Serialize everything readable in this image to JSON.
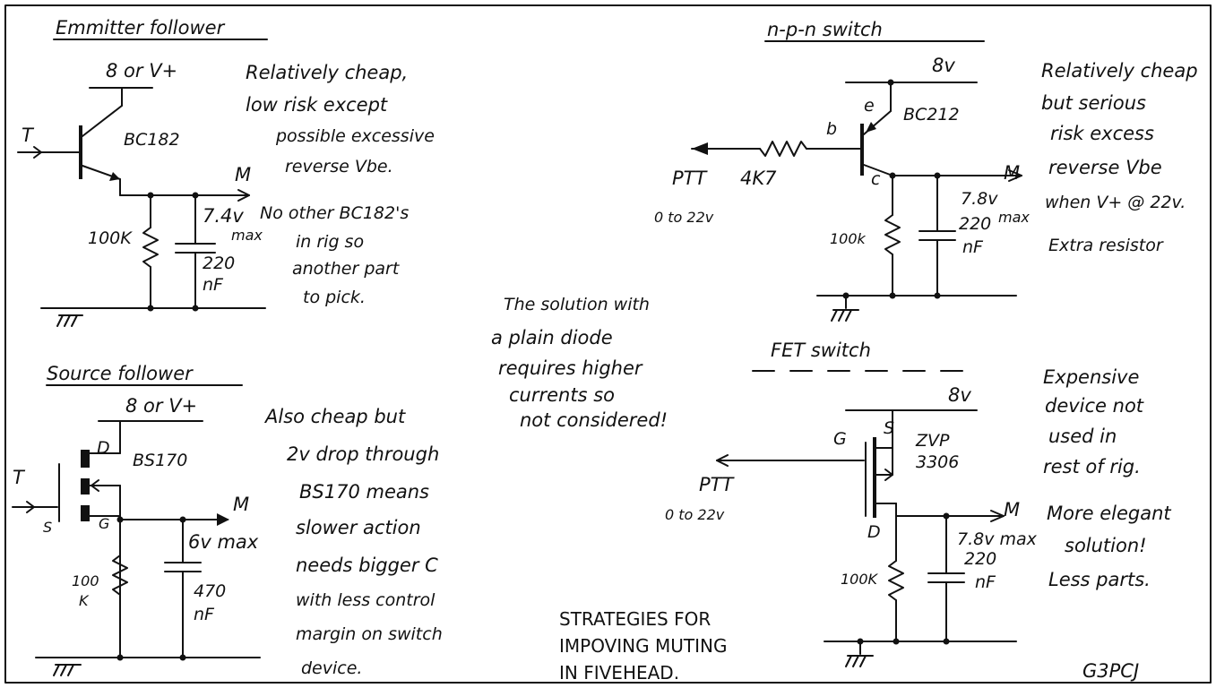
{
  "sections": {
    "emitter": {
      "title": "Emmitter follower",
      "supply": "8 or V+",
      "input": "T",
      "transistor": "BC182",
      "output": "M",
      "resistor": "100K",
      "voltage": "7.4v",
      "max": "max",
      "cap_value": "220",
      "cap_unit": "nF",
      "notes": [
        "Relatively cheap,",
        "low risk except",
        "possible excessive",
        "reverse Vbe.",
        "No other BC182's",
        "in rig so",
        "another part",
        "to pick."
      ]
    },
    "npn": {
      "title": "n-p-n switch",
      "supply": "8v",
      "transistor": "BC212",
      "pin_b": "b",
      "pin_e": "e",
      "pin_c": "c",
      "ptt": "PTT",
      "resistor_series": "4K7",
      "range": "0 to 22v",
      "output": "M",
      "voltage": "7.8v",
      "cap_value": "220",
      "max": "max",
      "cap_unit": "nF",
      "resistor": "100k",
      "notes": [
        "Relatively cheap",
        "but serious",
        "risk excess",
        "reverse Vbe",
        "when V+ @ 22v.",
        "Extra resistor"
      ]
    },
    "middle": {
      "notes": [
        "The solution with",
        "a plain diode",
        "requires higher",
        "currents so",
        "not considered!"
      ]
    },
    "source": {
      "title": "Source follower",
      "supply": "8 or V+",
      "input": "T",
      "pin_d": "D",
      "pin_s": "S",
      "pin_g": "G",
      "device": "BS170",
      "output": "M",
      "voltage": "6v max",
      "res_top": "100",
      "res_bottom": "K",
      "cap_value": "470",
      "cap_unit": "nF",
      "notes": [
        "Also cheap but",
        "2v drop through",
        "BS170 means",
        "slower action",
        "needs bigger C",
        "with less control",
        "margin on switch",
        "device."
      ]
    },
    "fet": {
      "title": "FET switch",
      "supply": "8v",
      "pin_g": "G",
      "pin_s": "S",
      "pin_d": "D",
      "device_a": "ZVP",
      "device_b": "3306",
      "ptt": "PTT",
      "range": "0 to 22v",
      "output": "M",
      "voltage": "7.8v max",
      "cap_value": "220",
      "cap_unit": "nF",
      "resistor": "100K",
      "notes": [
        "Expensive",
        "device not",
        "used in",
        "rest of rig.",
        "More elegant",
        "solution!",
        "Less parts."
      ]
    }
  },
  "footer": {
    "caption": [
      "STRATEGIES FOR",
      "IMPOVING MUTING",
      "IN FIVEHEAD."
    ],
    "signature": "G3PCJ"
  }
}
